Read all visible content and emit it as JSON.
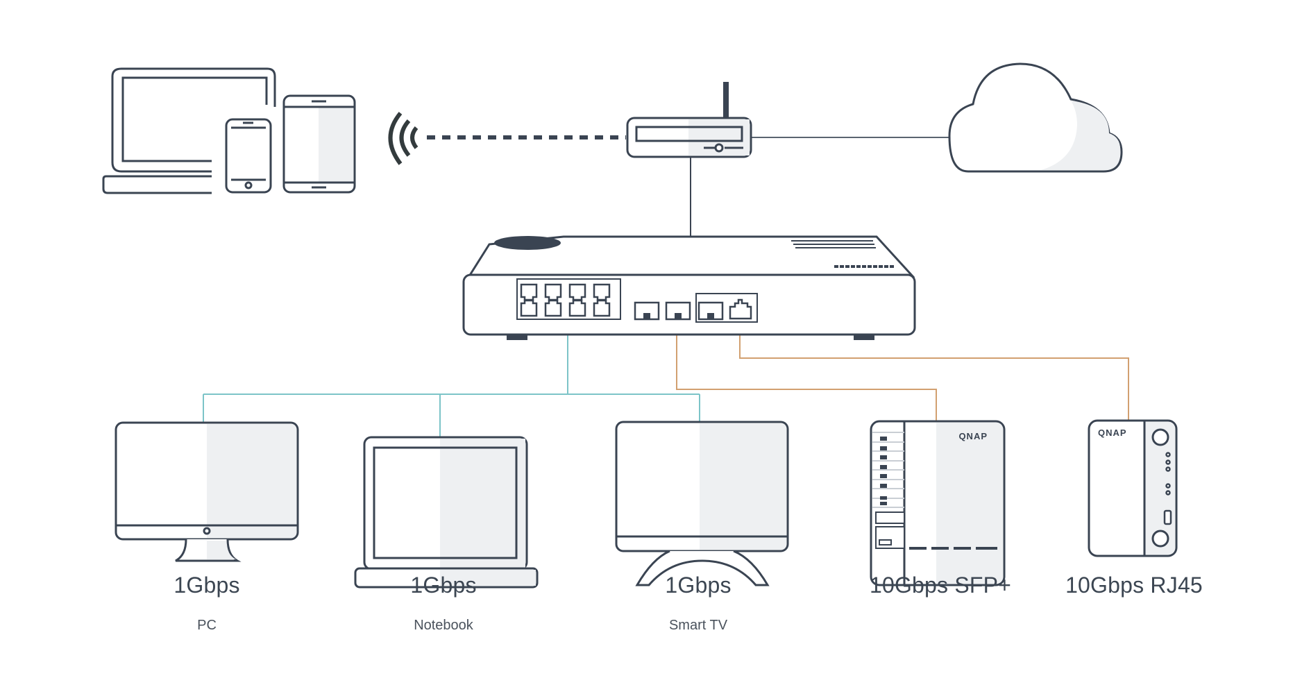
{
  "diagram": {
    "title": "",
    "colors": {
      "stroke": "#3a4452",
      "shade": "#eef0f2",
      "link_1g": "#7cc4c8",
      "link_10g": "#d2a070",
      "uplink": "#5a6470",
      "text": "#3c4652"
    },
    "nodes": {
      "wireless_devices": {
        "label": "Wireless devices (laptop, phone, tablet)"
      },
      "router": {
        "label": "Wi-Fi router"
      },
      "internet": {
        "label": "Cloud / Internet"
      },
      "switch": {
        "label": "Network switch",
        "ports": {
          "rj45_1g": 8,
          "sfp_plus": 3,
          "rj45_10g": 1
        }
      },
      "endpoints": [
        {
          "id": "pc",
          "speed": "1Gbps",
          "name": "PC",
          "link": "1G"
        },
        {
          "id": "notebook",
          "speed": "1Gbps",
          "name": "Notebook",
          "link": "1G"
        },
        {
          "id": "smart_tv",
          "speed": "1Gbps",
          "name": "Smart TV",
          "link": "1G"
        },
        {
          "id": "nas_sfp",
          "speed": "10Gbps SFP+",
          "name": "",
          "brand": "QNAP",
          "link": "10G"
        },
        {
          "id": "nas_rj45",
          "speed": "10Gbps RJ45",
          "name": "",
          "brand": "QNAP",
          "link": "10G"
        }
      ]
    },
    "edges": [
      {
        "from": "wireless_devices",
        "to": "router",
        "style": "wireless-dashed"
      },
      {
        "from": "router",
        "to": "internet",
        "style": "solid"
      },
      {
        "from": "router",
        "to": "switch",
        "style": "solid"
      },
      {
        "from": "switch",
        "to": "pc",
        "style": "1G"
      },
      {
        "from": "switch",
        "to": "notebook",
        "style": "1G"
      },
      {
        "from": "switch",
        "to": "smart_tv",
        "style": "1G"
      },
      {
        "from": "switch",
        "to": "nas_sfp",
        "style": "10G"
      },
      {
        "from": "switch",
        "to": "nas_rj45",
        "style": "10G"
      }
    ]
  }
}
